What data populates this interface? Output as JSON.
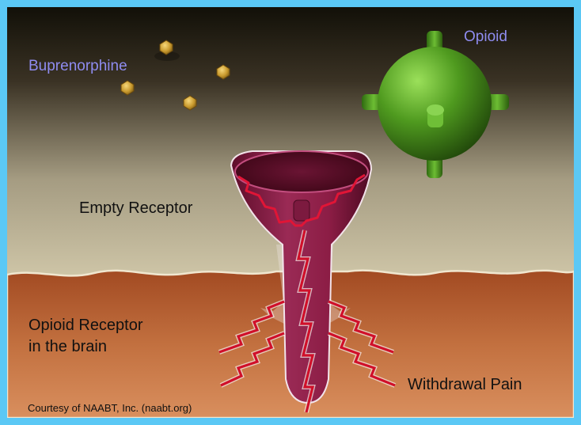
{
  "labels": {
    "buprenorphine": "Buprenorphine",
    "opioid": "Opioid",
    "empty_receptor": "Empty Receptor",
    "brain_line1": "Opioid Receptor",
    "brain_line2": "in the brain",
    "withdrawal": "Withdrawal Pain",
    "credit": "Courtesy of NAABT, Inc. (naabt.org)"
  },
  "colors": {
    "frame": "#5bc8f5",
    "label_accent": "#8f8cf0",
    "label_dark": "#111111",
    "receptor": "#8c1d45",
    "lightning": "#d0102a",
    "opioid_green": "#4f9a1f",
    "bup_gold": "#c99a2e"
  },
  "icons": {
    "buprenorphine": "hexagon-molecule-icon",
    "opioid": "spiked-sphere-icon",
    "receptor": "funnel-receptor-icon",
    "pain": "lightning-bolt-icon"
  }
}
